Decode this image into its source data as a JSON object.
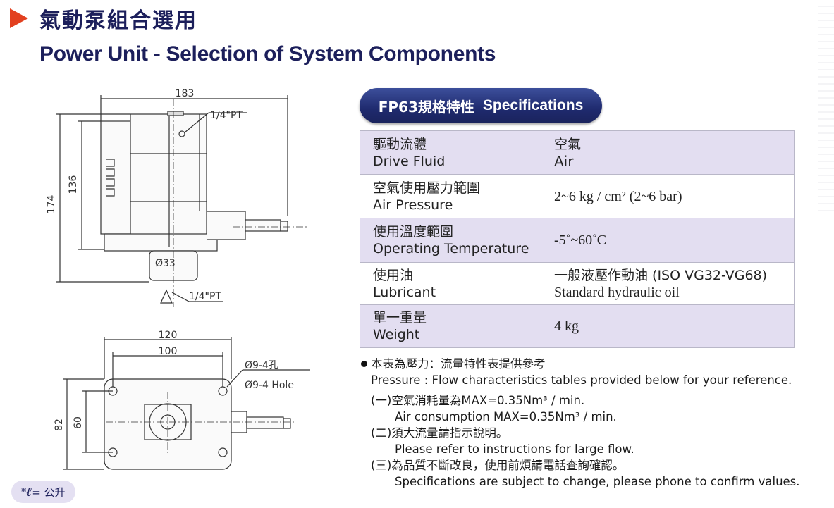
{
  "header": {
    "title_zh": "氣動泵組合選用",
    "title_en": "Power Unit - Selection of System Components"
  },
  "spec": {
    "heading_zh": "FP63規格特性",
    "heading_en": "Specifications",
    "rows": [
      {
        "label_zh": "驅動流體",
        "label_en": "Drive Fluid",
        "value_zh": "空氣",
        "value_en": "Air"
      },
      {
        "label_zh": "空氣使用壓力範圍",
        "label_en": "Air Pressure",
        "value_zh": "",
        "value_en": "2~6 kg / cm² (2~6 bar)"
      },
      {
        "label_zh": "使用溫度範圍",
        "label_en": "Operating Temperature",
        "value_zh": "",
        "value_en": "-5˚~60˚C"
      },
      {
        "label_zh": "使用油",
        "label_en": "Lubricant",
        "value_zh": "一般液壓作動油 (ISO VG32-VG68)",
        "value_en": "Standard hydraulic oil"
      },
      {
        "label_zh": "單一重量",
        "label_en": "Weight",
        "value_zh": "",
        "value_en": "4 kg"
      }
    ]
  },
  "notes": {
    "bullet_zh": "本表為壓力：流量特性表提供參考",
    "bullet_en": "Pressure : Flow characteristics tables provided below for your reference.",
    "items": [
      {
        "zh": "(一)空氣消耗量為MAX=0.35Nm³ / min.",
        "en": "Air consumption MAX=0.35Nm³ / min."
      },
      {
        "zh": "(二)須大流量請指示說明。",
        "en": "Please refer to instructions for large flow."
      },
      {
        "zh": "(三)為品質不斷改良，使用前煩請電話查詢確認。",
        "en": "Specifications are subject to change, please phone to confirm values."
      }
    ]
  },
  "unit_note": {
    "prefix": "*",
    "symbol": "ℓ",
    "text": "= 公升"
  },
  "drawing": {
    "side_view": {
      "width": "183",
      "height_total": "174",
      "height_body": "136",
      "port_top": "1/4\"PT",
      "port_bottom": "1/4\"PT",
      "diameter": "Ø33"
    },
    "top_view": {
      "width_outer": "120",
      "width_holes": "100",
      "height_outer": "82",
      "height_holes": "60",
      "hole_zh": "Ø9-4孔",
      "hole_en": "Ø9-4  Hole"
    }
  }
}
